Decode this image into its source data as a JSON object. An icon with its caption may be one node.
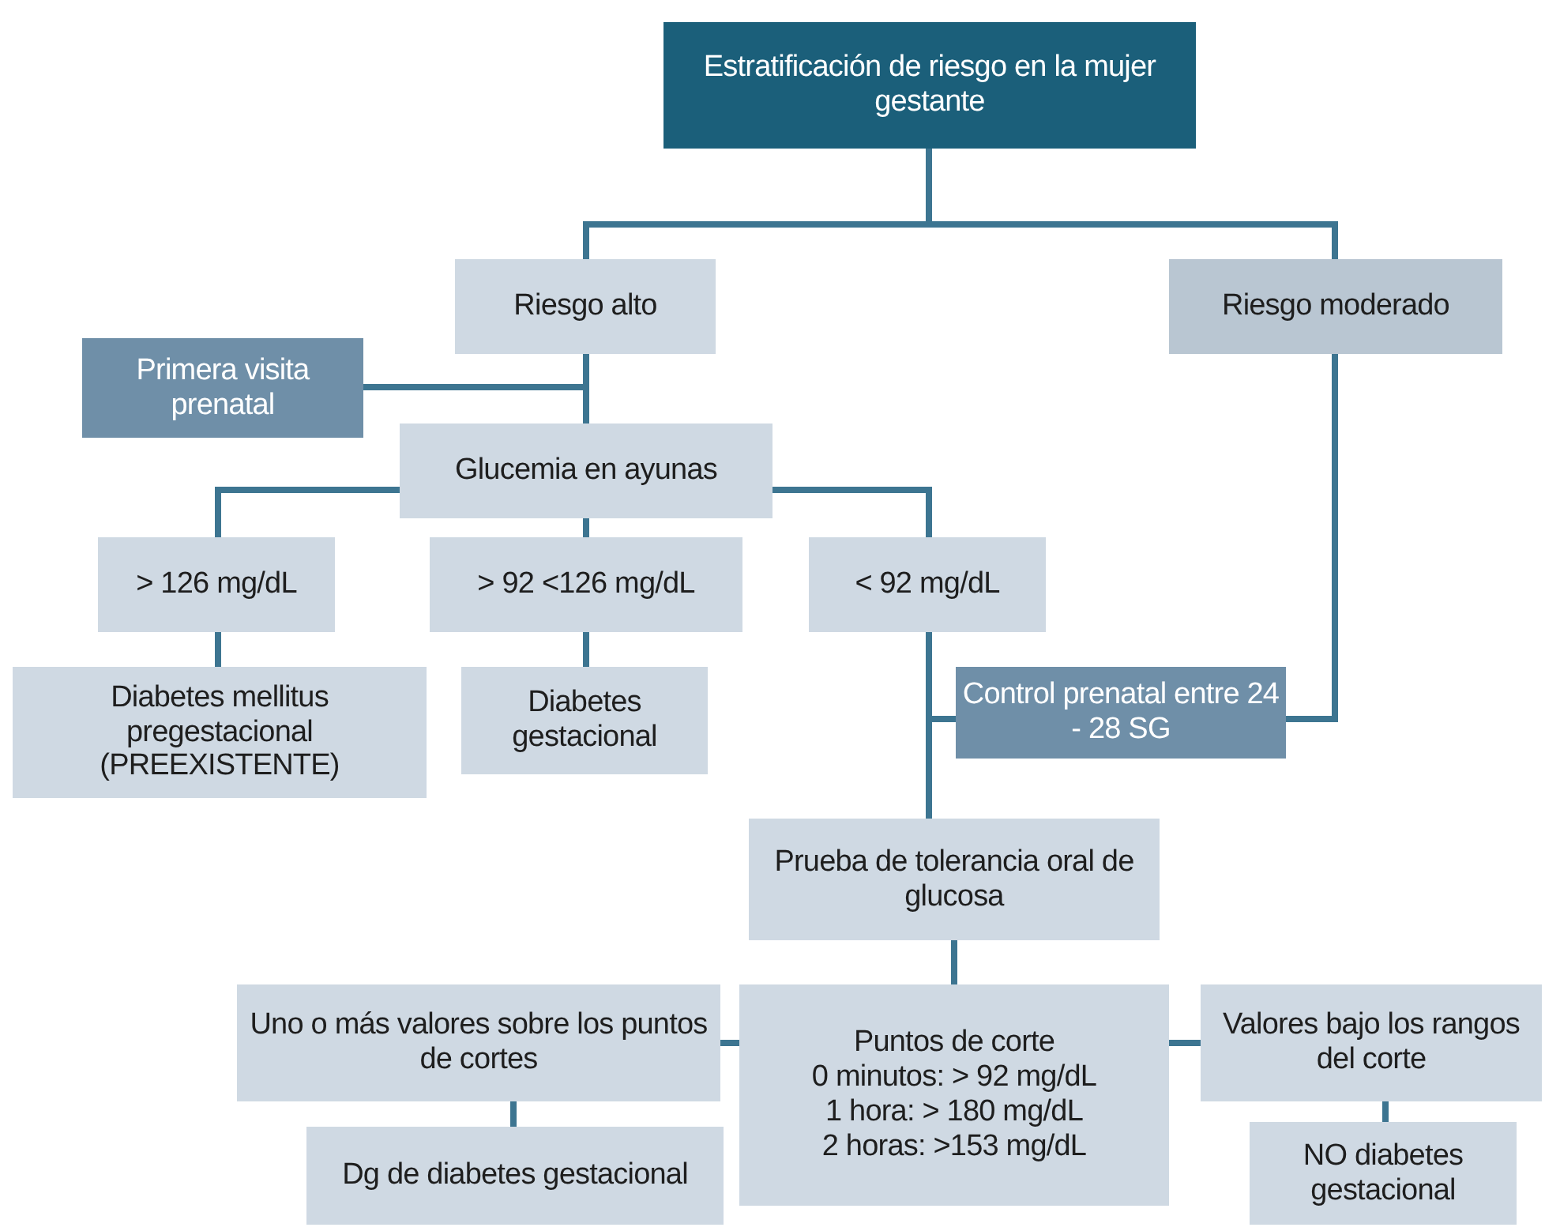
{
  "diagram": {
    "nodes": [
      {
        "text": [
          "Estratificación de riesgo en la mujer gestante"
        ]
      },
      {
        "text": [
          "Riesgo alto"
        ]
      },
      {
        "text": [
          "Riesgo moderado"
        ]
      },
      {
        "text": [
          "Primera visita prenatal"
        ]
      },
      {
        "text": [
          "Glucemia en ayunas"
        ]
      },
      {
        "text": [
          "> 126 mg/dL"
        ]
      },
      {
        "text": [
          "> 92 <126 mg/dL"
        ]
      },
      {
        "text": [
          "< 92 mg/dL"
        ]
      },
      {
        "text": [
          "Diabetes mellitus pregestacional (PREEXISTENTE)"
        ]
      },
      {
        "text": [
          "Diabetes gestacional"
        ]
      },
      {
        "text": [
          "Control prenatal entre 24 - 28 SG"
        ]
      },
      {
        "text": [
          "Prueba de tolerancia oral de glucosa"
        ]
      },
      {
        "text": [
          "Uno o más valores sobre los puntos de cortes"
        ]
      },
      {
        "text": [
          "Puntos de corte",
          "0 minutos: > 92 mg/dL",
          "1 hora: > 180 mg/dL",
          "2 horas: >153 mg/dL"
        ]
      },
      {
        "text": [
          "Valores bajo los rangos del corte"
        ]
      },
      {
        "text": [
          "Dg de diabetes gestacional"
        ]
      },
      {
        "text": [
          "NO diabetes gestacional"
        ]
      }
    ],
    "edges": [
      {
        "from": 0,
        "to": 1,
        "arrow": "none"
      },
      {
        "from": 0,
        "to": 2,
        "arrow": "none"
      },
      {
        "from": 1,
        "to": 4,
        "arrow": "none"
      },
      {
        "from": 3,
        "to": 4,
        "arrow": "none"
      },
      {
        "from": 4,
        "to": 5,
        "arrow": "none"
      },
      {
        "from": 4,
        "to": 6,
        "arrow": "none"
      },
      {
        "from": 4,
        "to": 7,
        "arrow": "none"
      },
      {
        "from": 5,
        "to": 8,
        "arrow": "none"
      },
      {
        "from": 6,
        "to": 9,
        "arrow": "none"
      },
      {
        "from": 7,
        "to": 11,
        "arrow": "none"
      },
      {
        "from": 2,
        "to": 10,
        "arrow": "none"
      },
      {
        "from": 10,
        "to": 11,
        "arrow": "none"
      },
      {
        "from": 11,
        "to": 13,
        "arrow": "none"
      },
      {
        "from": 13,
        "to": 12,
        "arrow": "none"
      },
      {
        "from": 13,
        "to": 14,
        "arrow": "none"
      },
      {
        "from": 12,
        "to": 15,
        "arrow": "none"
      },
      {
        "from": 14,
        "to": 16,
        "arrow": "none"
      }
    ]
  }
}
